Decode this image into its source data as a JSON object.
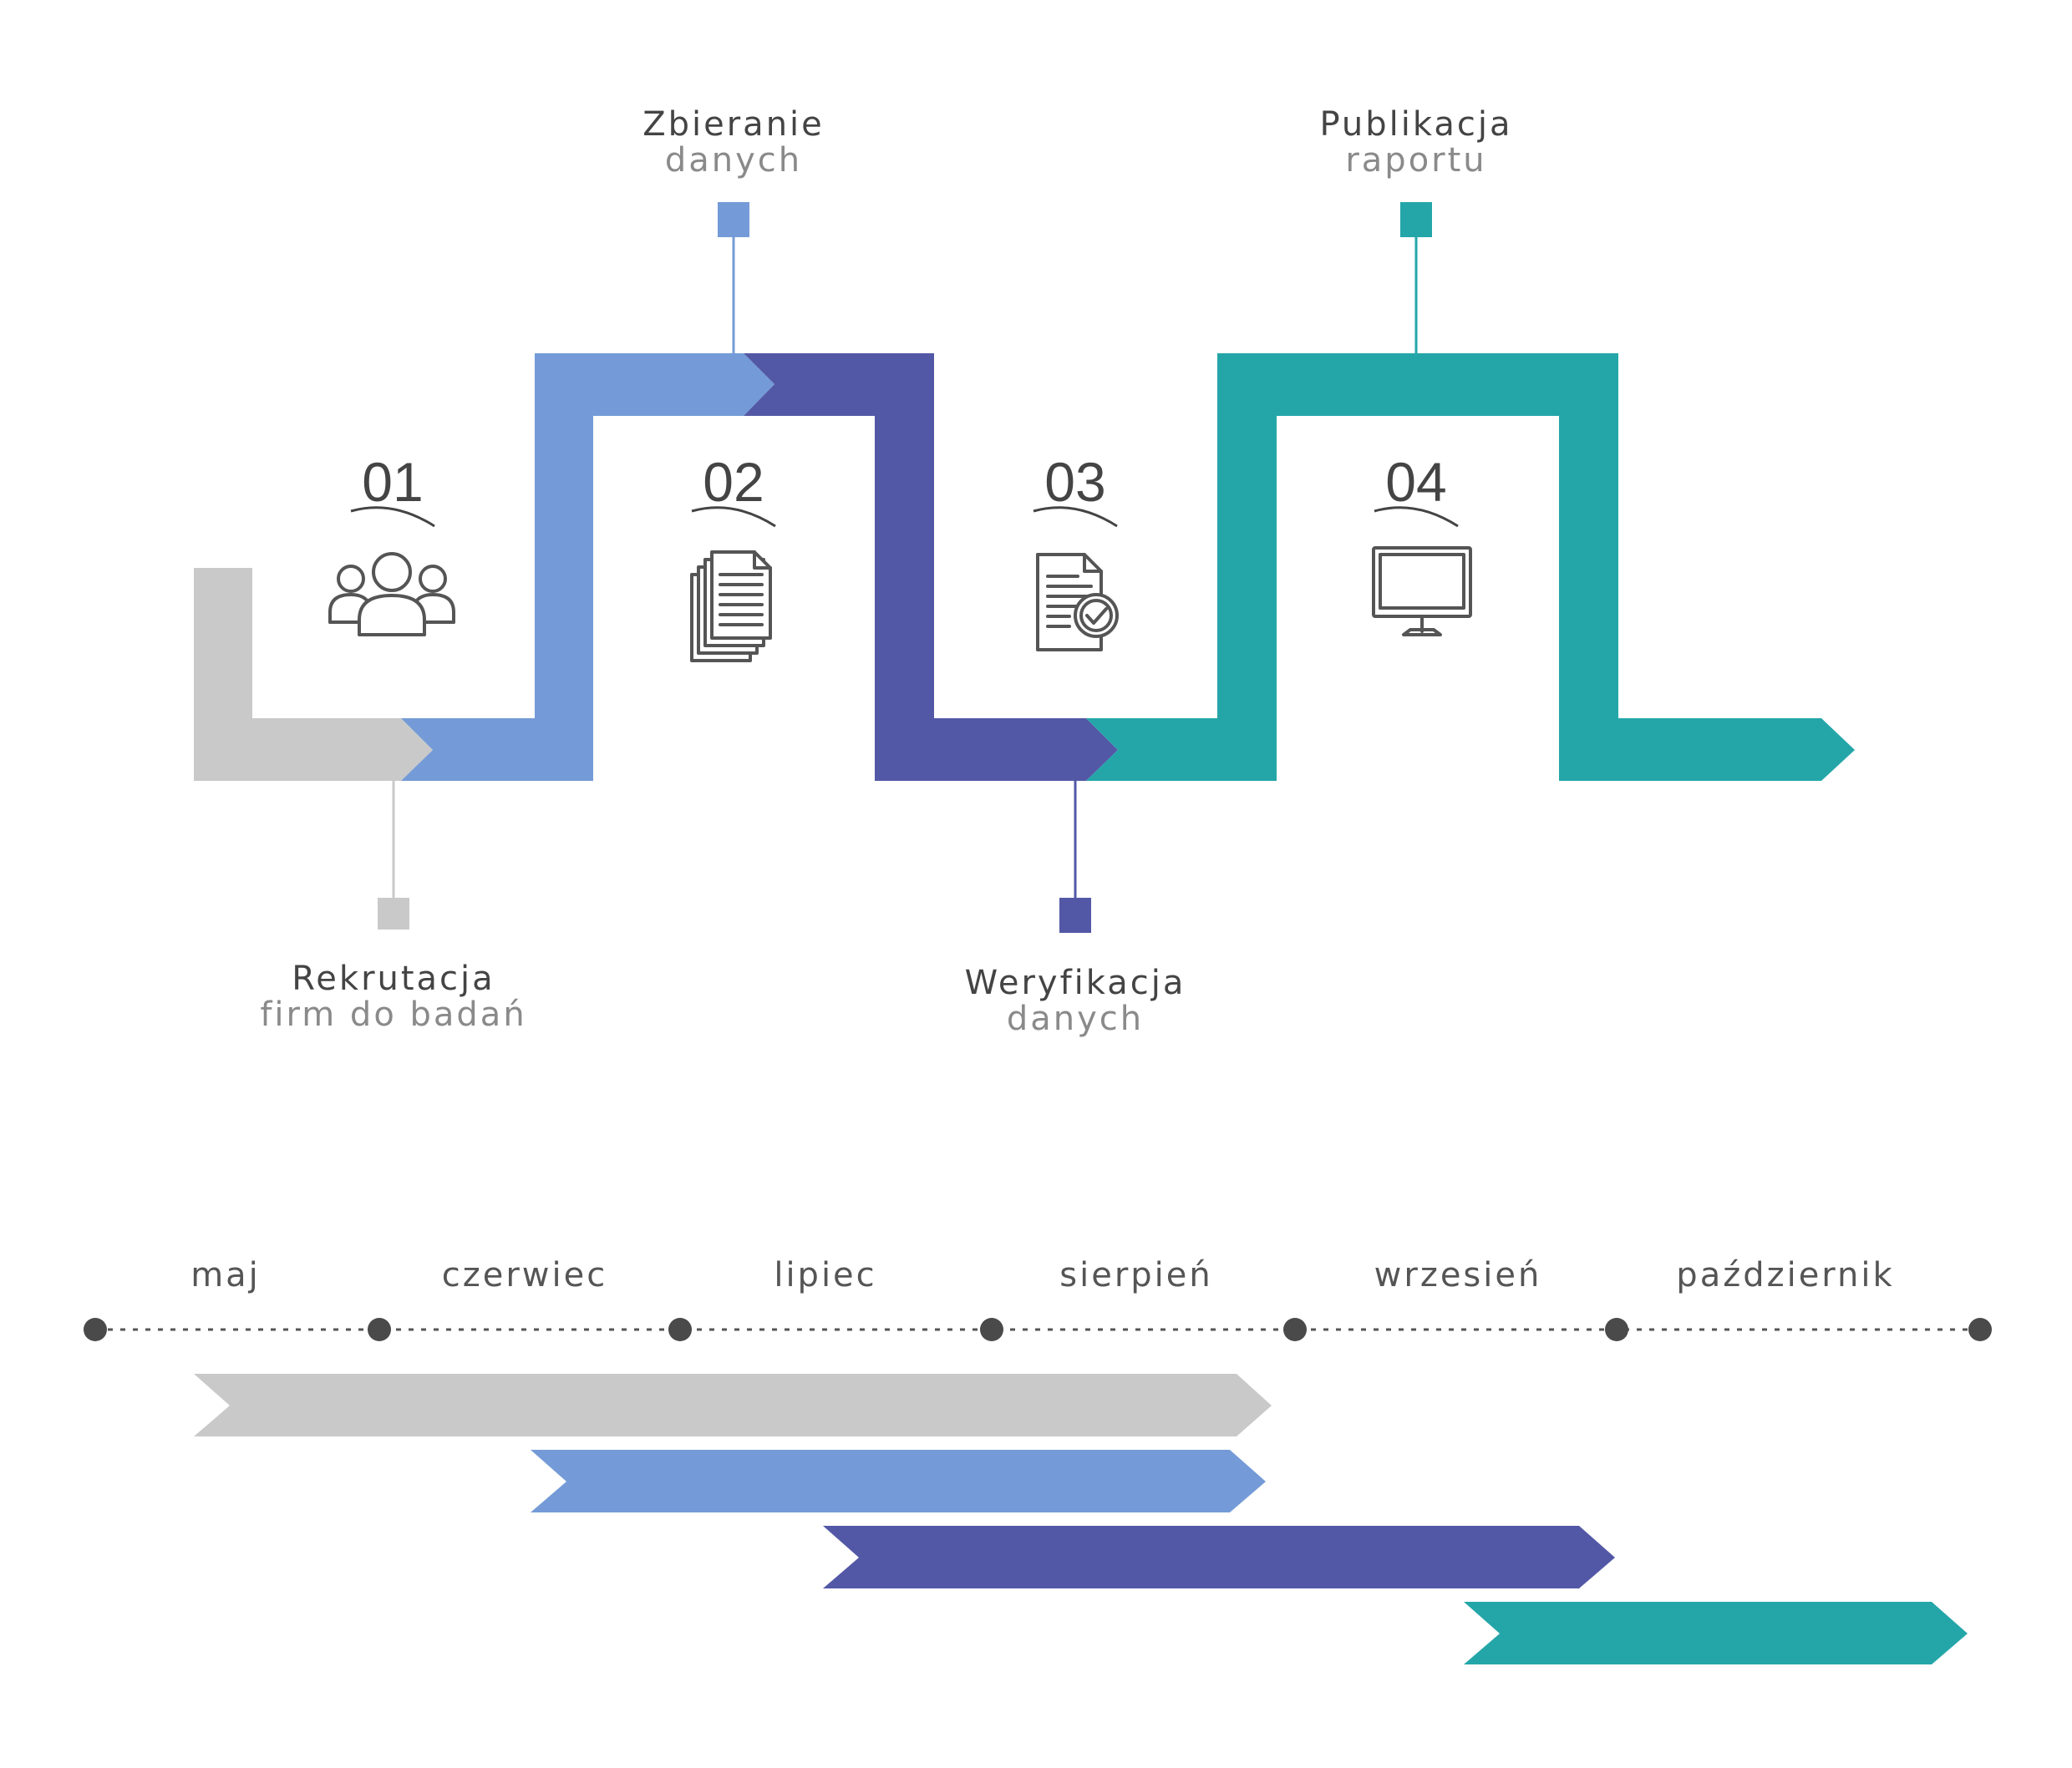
{
  "colors": {
    "gray": "#c9c9c9",
    "light_blue": "#749bd7",
    "indigo": "#5358a6",
    "teal": "#24a6a9",
    "text": "#444444",
    "subtext": "#8a8a8a"
  },
  "steps": [
    {
      "number": "01",
      "title": "Rekrutacja",
      "subtitle": "firm do badań",
      "icon": "people-icon",
      "color": "#c9c9c9"
    },
    {
      "number": "02",
      "title": "Zbieranie",
      "subtitle": "danych",
      "icon": "documents-icon",
      "color": "#749bd7"
    },
    {
      "number": "03",
      "title": "Weryfikacja",
      "subtitle": "danych",
      "icon": "document-check-icon",
      "color": "#5358a6"
    },
    {
      "number": "04",
      "title": "Publikacja",
      "subtitle": "raportu",
      "icon": "monitor-icon",
      "color": "#24a6a9"
    }
  ],
  "timeline": {
    "months": [
      "maj",
      "czerwiec",
      "lipiec",
      "sierpień",
      "wrzesień",
      "październik"
    ]
  }
}
